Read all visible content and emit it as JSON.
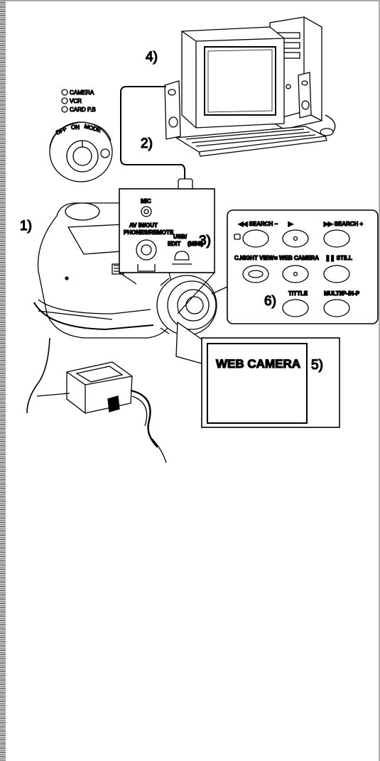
{
  "steps": {
    "s1": "1)",
    "s2": "2)",
    "s3": "3)",
    "s4": "4)",
    "s5": "5)",
    "s6": "6)"
  },
  "mode_dial": {
    "modes": [
      "CAMERA",
      "VCR",
      "CARD P.B"
    ],
    "off": "OFF",
    "on": "ON",
    "mode": "MODE"
  },
  "jack_panel": {
    "mic": "MIC",
    "av_line1": "AV IN/OUT",
    "av_line2": "PHONES/REMOTE",
    "usb_line1": "USB/",
    "usb_line2": "EDIT",
    "usb_line3": "(MINI)"
  },
  "remote": {
    "search_minus": "◀◀ SEARCH −",
    "play": "▶",
    "search_plus": "▶▶ SEARCH +",
    "night_view": "C.NIGHT VIEW",
    "web_camera": "■ WEB CAMERA",
    "still": "❚❚ STILL",
    "title": "TITTLE",
    "multi": "MULTI/P-IN-P"
  },
  "lcd": {
    "text": "WEB CAMERA"
  }
}
